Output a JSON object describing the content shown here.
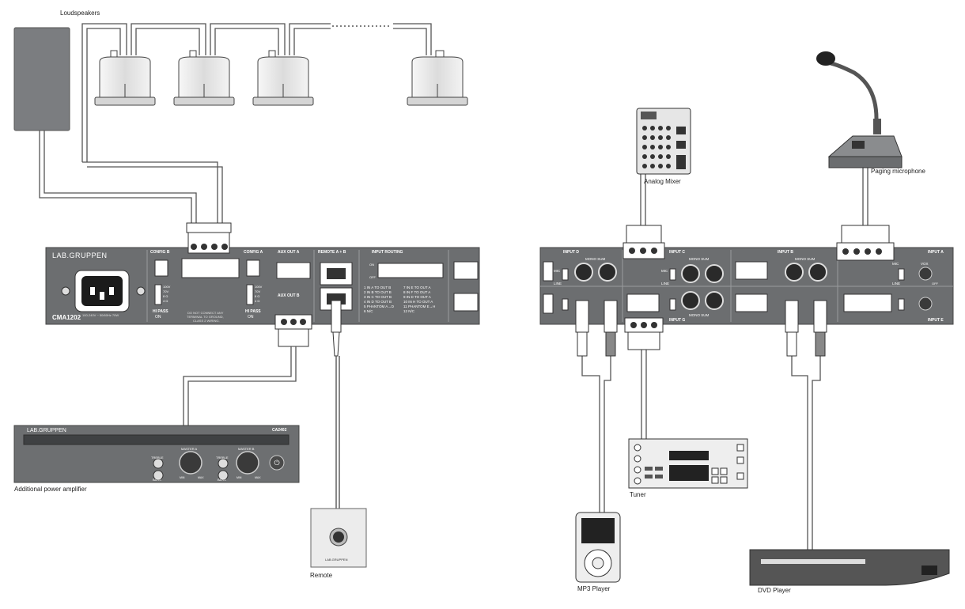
{
  "labels": {
    "loudspeakers": "Loudspeakers",
    "additional_amp": "Additional power amplifier",
    "remote": "Remote",
    "analog_mixer": "Analog Mixer",
    "paging_mic": "Paging microphone",
    "tuner": "Tuner",
    "mp3_player": "MP3 Player",
    "dvd_player": "DVD Player"
  },
  "amp_panel": {
    "brand": "LAB.GRUPPEN",
    "model": "CMA1202",
    "power_spec": "100-240V ~ 50/60Hz 70W",
    "config_b": "CONFIG B",
    "config_a": "CONFIG A",
    "aux_out_a": "AUX OUT A",
    "aux_out_b": "AUX OUT B",
    "remote_ab": "REMOTE A + B",
    "input_routing": "INPUT ROUTING",
    "hi_pass": "HI PASS",
    "on": "ON",
    "off": "OFF",
    "warning_1": "DO NOT CONNECT ANY",
    "warning_2": "TERMINAL TO GROUND,",
    "warning_3": "CLASS 2 WIRING.",
    "impedance_opts": [
      "100V",
      "70V",
      "8 Ω",
      "4 Ω"
    ],
    "routing_left": [
      "IN A TO OUT B",
      "IN B TO OUT B",
      "IN C TO OUT B",
      "IN D TO OUT B",
      "PHANTOM A→D",
      "N/C"
    ],
    "routing_right": [
      "IN E TO OUT A",
      "IN F TO OUT A",
      "IN D TO OUT A",
      "IN H TO OUT A",
      "PHANTOM E→H",
      "N/C"
    ],
    "routing_nums_left": [
      "1",
      "2",
      "3",
      "4",
      "5",
      "6"
    ],
    "routing_nums_right": [
      "7",
      "8",
      "9",
      "10",
      "11",
      "12"
    ]
  },
  "input_panel": {
    "input_d": "INPUT D",
    "input_c": "INPUT C",
    "input_b": "INPUT B",
    "input_a": "INPUT A",
    "input_e": "INPUT E",
    "input_g": "INPUT G",
    "mono_sum": "MONO SUM",
    "mic": "MIC",
    "line": "LINE",
    "vox": "VOX",
    "off": "OFF"
  },
  "ca2402": {
    "brand": "LAB.GRUPPEN",
    "model": "CA2402",
    "master_a": "MASTER A",
    "master_b": "MASTER B",
    "treble": "TREBLE",
    "bass": "BASS",
    "min": "MIN",
    "max": "MAX"
  },
  "remote_device": {
    "brand": "LAB.GRUPPEN"
  },
  "colors": {
    "panel": "#6b6d6f",
    "panel_dark": "#4e5052",
    "line": "#555555",
    "speaker_light": "#eeeeee"
  }
}
